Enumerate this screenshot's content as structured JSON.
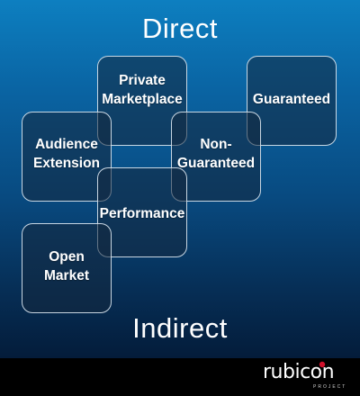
{
  "diagram": {
    "top_label": "Direct",
    "bottom_label": "Indirect",
    "boxes": [
      {
        "line1": "Private",
        "line2": "Marketplace"
      },
      {
        "line1": "Guaranteed",
        "line2": ""
      },
      {
        "line1": "Audience",
        "line2": "Extension"
      },
      {
        "line1": "Non-",
        "line2": "Guaranteed"
      },
      {
        "line1": "Performance",
        "line2": ""
      },
      {
        "line1": "Open",
        "line2": "Market"
      }
    ]
  },
  "footer": {
    "logo_text": "rubicon",
    "logo_subtext": "PROJECT",
    "logo_accent_color": "#d0102b"
  }
}
